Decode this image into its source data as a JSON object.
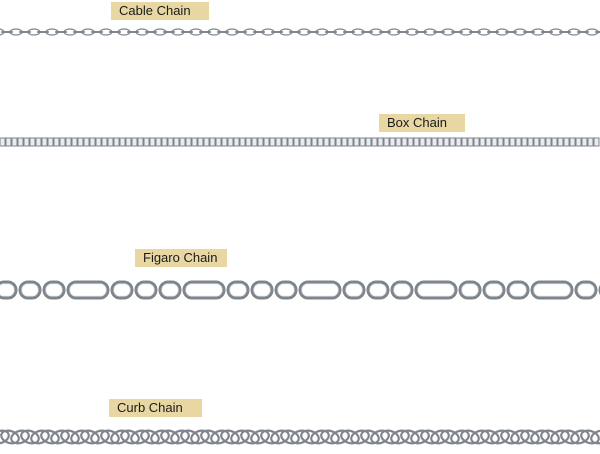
{
  "chains": [
    {
      "id": "cable",
      "label": "Cable Chain"
    },
    {
      "id": "box",
      "label": "Box Chain"
    },
    {
      "id": "figaro",
      "label": "Figaro Chain"
    },
    {
      "id": "curb",
      "label": "Curb Chain"
    }
  ],
  "colors": {
    "label_background": "#e8d7a3",
    "label_text": "#1a1a1a",
    "metal_dark": "#7f858c",
    "metal_light": "#e9ecef"
  }
}
